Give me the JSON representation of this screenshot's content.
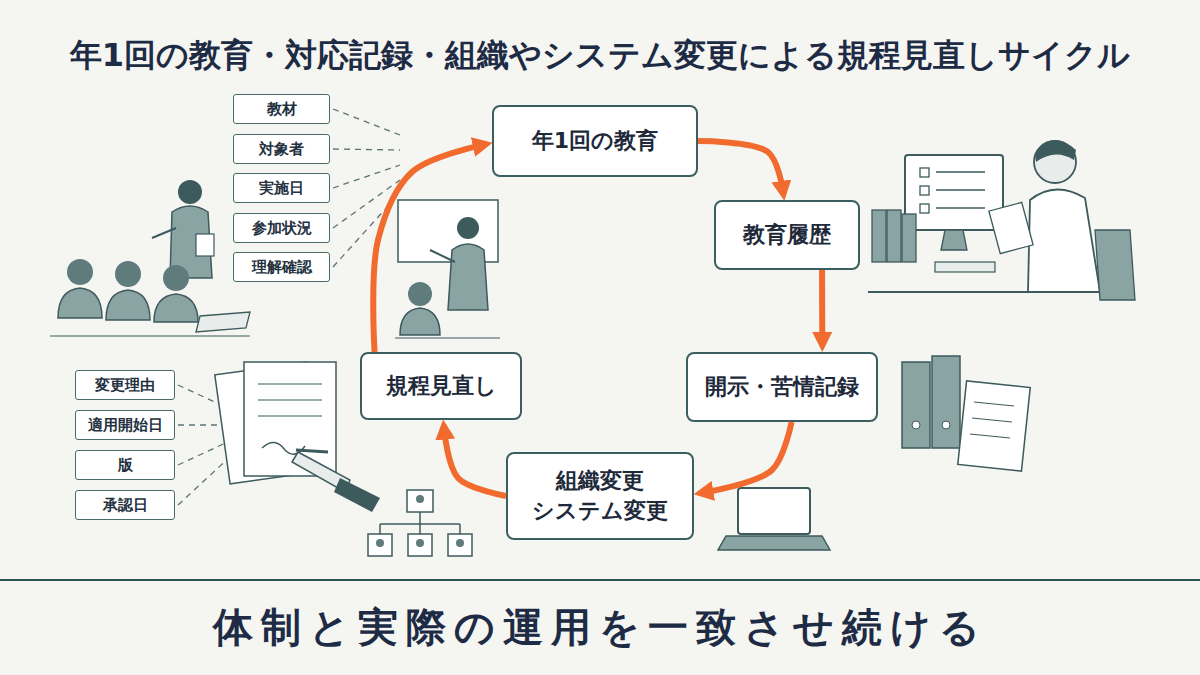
{
  "diagram": {
    "title": "年1回の教育・対応記録・組織やシステム変更による規程見直しサイクル",
    "caption": "体制と実際の運用を一致させ続ける",
    "nodes": [
      {
        "text": [
          "年1回の教育"
        ]
      },
      {
        "text": [
          "教育履歴"
        ]
      },
      {
        "text": [
          "開示・苦情記録"
        ]
      },
      {
        "text": [
          "組織変更 システム変更"
        ]
      },
      {
        "text": [
          "規程見直し"
        ]
      },
      {
        "text": [
          "教材"
        ]
      },
      {
        "text": [
          "対象者"
        ]
      },
      {
        "text": [
          "実施日"
        ]
      },
      {
        "text": [
          "参加状況"
        ]
      },
      {
        "text": [
          "理解確認"
        ]
      },
      {
        "text": [
          "変更理由"
        ]
      },
      {
        "text": [
          "適用開始日"
        ]
      },
      {
        "text": [
          "版"
        ]
      },
      {
        "text": [
          "承認日"
        ]
      }
    ],
    "edges": [
      {
        "from": 0,
        "to": 1,
        "arrow": "to"
      },
      {
        "from": 1,
        "to": 2,
        "arrow": "to"
      },
      {
        "from": 2,
        "to": 3,
        "arrow": "to"
      },
      {
        "from": 3,
        "to": 4,
        "arrow": "to"
      },
      {
        "from": 4,
        "to": 0,
        "arrow": "to"
      }
    ]
  }
}
